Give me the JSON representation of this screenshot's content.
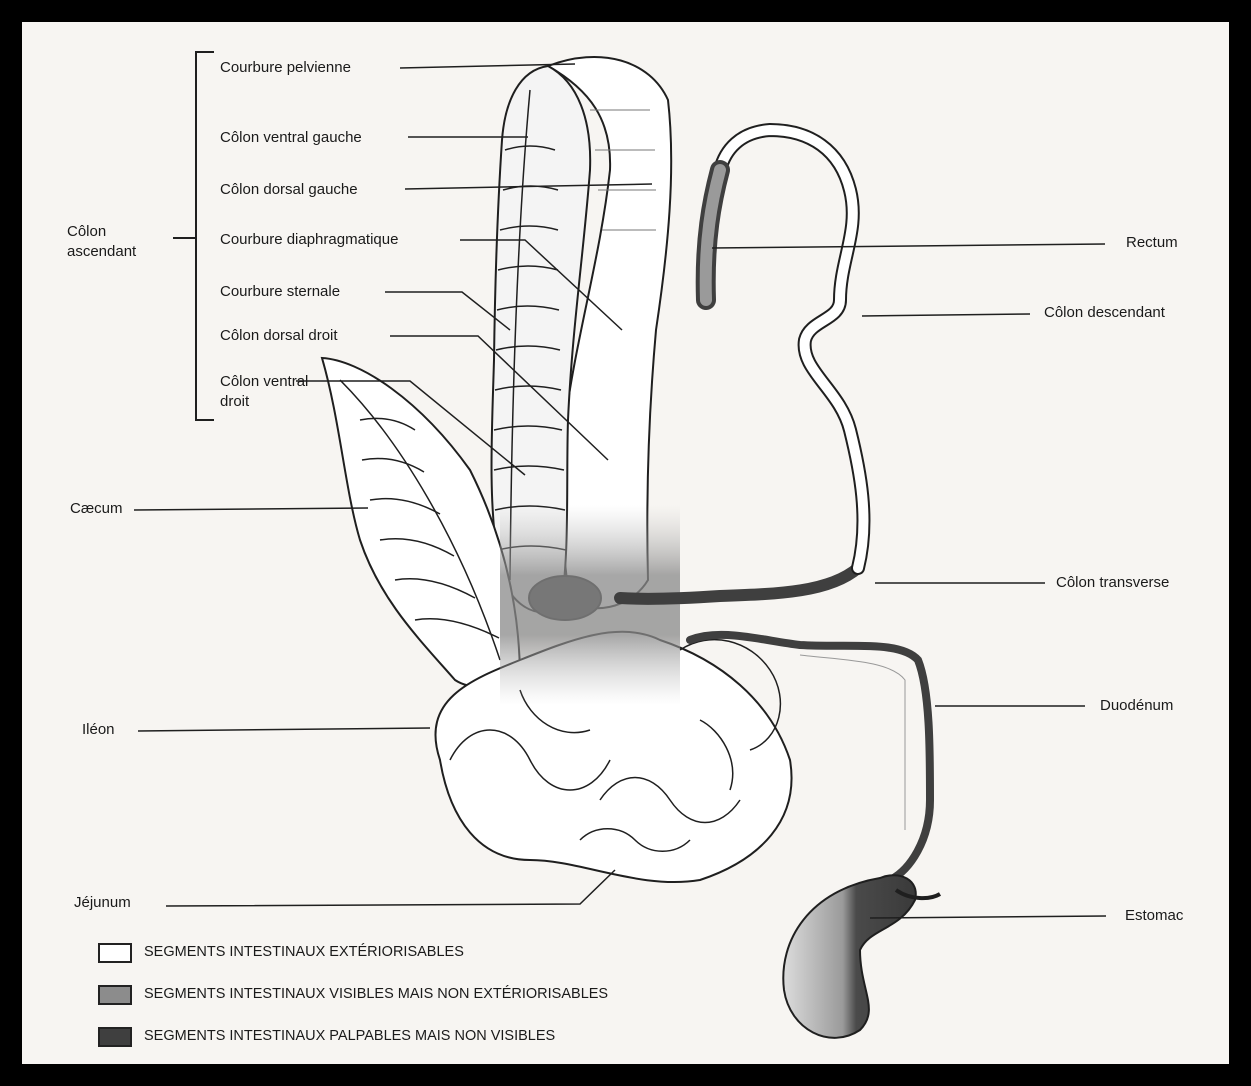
{
  "labels": {
    "colon_ascendant": "Côlon ascendant",
    "courbure_pelvienne": "Courbure pelvienne",
    "colon_ventral_gauche": "Côlon ventral gauche",
    "colon_dorsal_gauche": "Côlon dorsal gauche",
    "courbure_diaphragmatique": "Courbure diaphragmatique",
    "courbure_sternale": "Courbure sternale",
    "colon_dorsal_droit": "Côlon dorsal droit",
    "colon_ventral_droit": "Côlon ventral droit",
    "caecum": "Cæcum",
    "ileon": "Iléon",
    "jejunum": "Jéjunum",
    "rectum": "Rectum",
    "colon_descendant": "Côlon descendant",
    "colon_transverse": "Côlon transverse",
    "duodenum": "Duodénum",
    "estomac": "Estomac"
  },
  "legend": [
    {
      "text": "SEGMENTS INTESTINAUX EXTÉRIORISABLES",
      "color": "#ffffff"
    },
    {
      "text": "SEGMENTS INTESTINAUX VISIBLES MAIS NON EXTÉRIORISABLES",
      "color": "#8c8c8c"
    },
    {
      "text": "SEGMENTS INTESTINAUX PALPABLES MAIS NON VISIBLES",
      "color": "#3f3f3f"
    }
  ],
  "colors": {
    "outline": "#1f1f1f",
    "light_fill": "#ffffff",
    "mid_fill": "#8c8c8c",
    "dark_fill": "#3f3f3f"
  }
}
